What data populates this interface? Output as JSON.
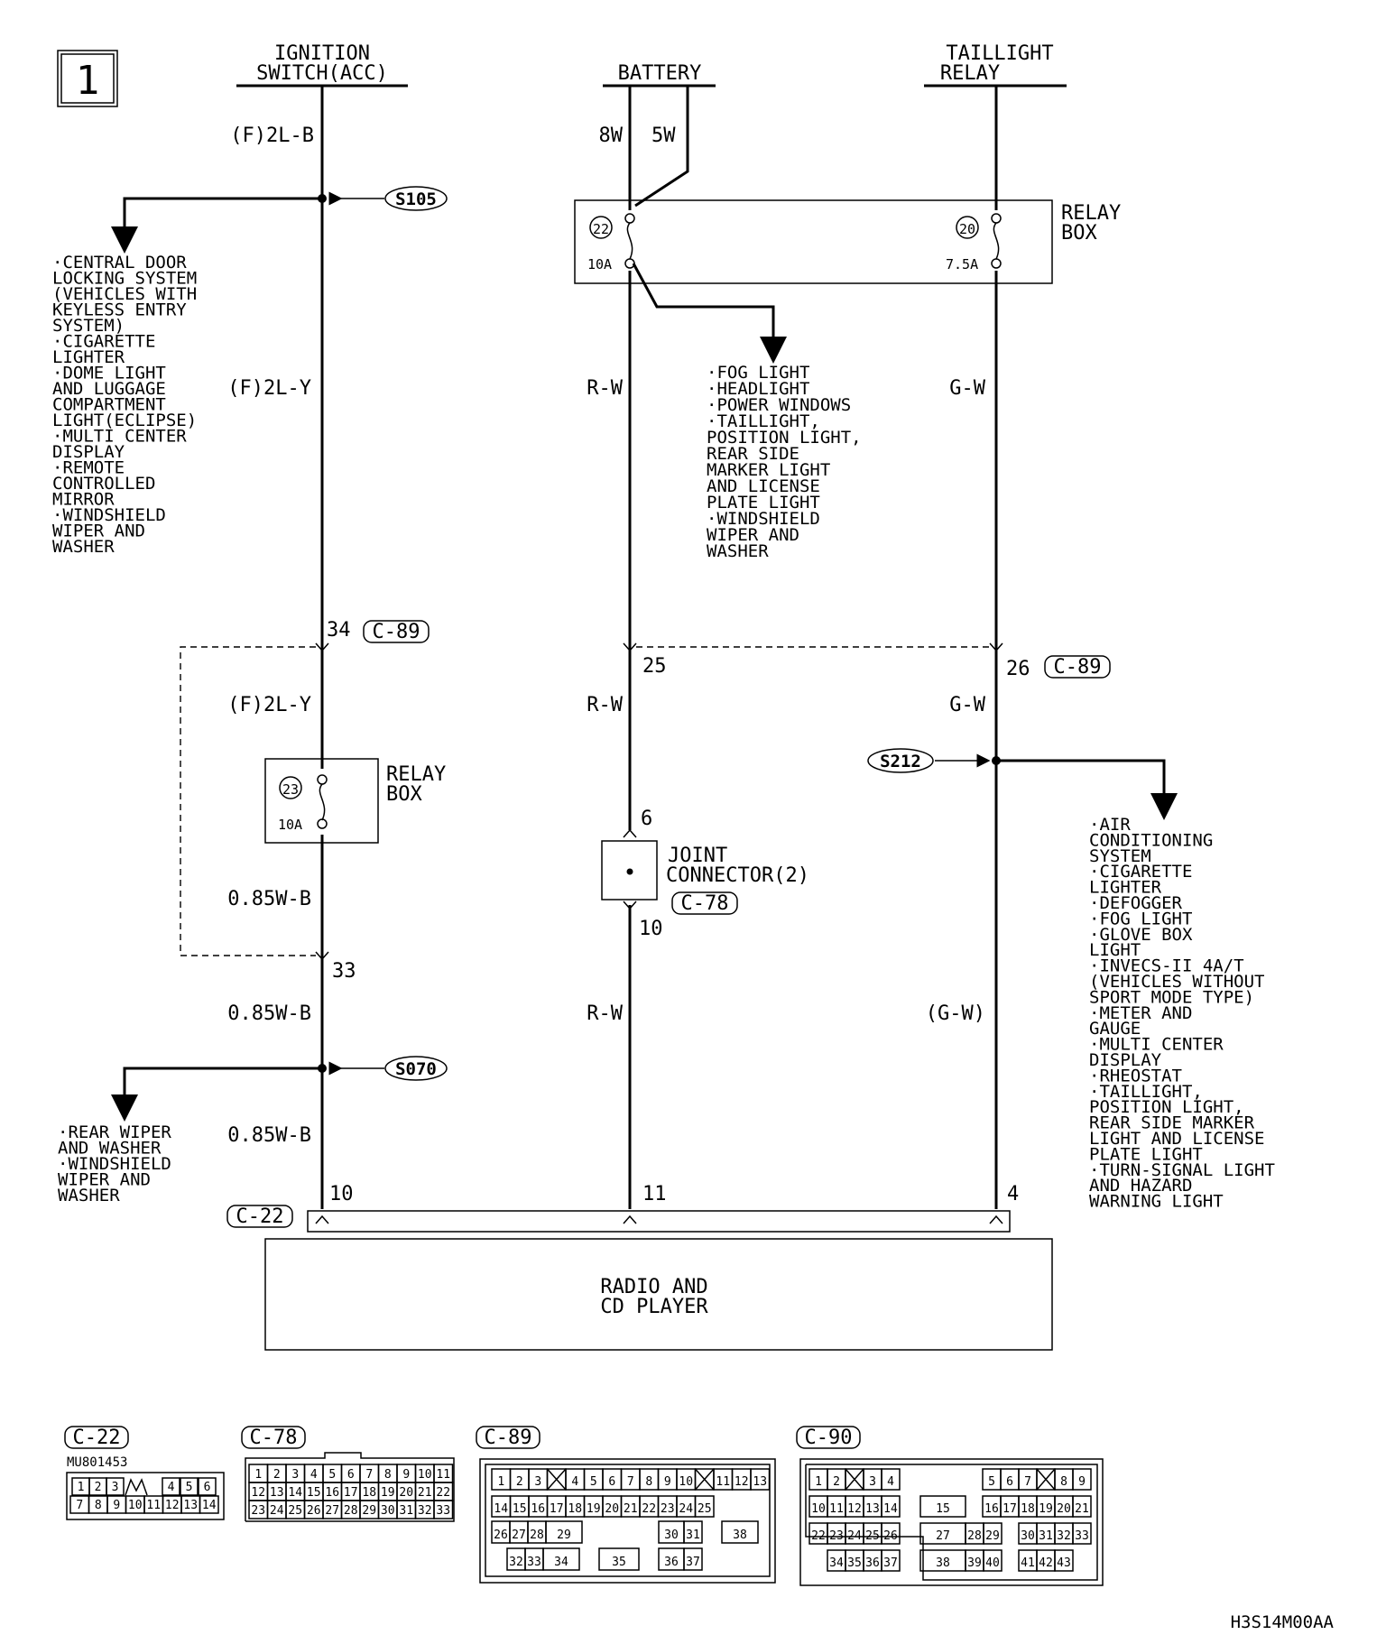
{
  "page_number": "1",
  "figure_code": "H3S14M00AA",
  "sources": {
    "ignition": [
      "IGNITION",
      "SWITCH(ACC)"
    ],
    "battery": "BATTERY",
    "taillight": [
      "TAILLIGHT",
      "RELAY"
    ]
  },
  "wires": {
    "ign_top": "(F)2L-B",
    "ign_mid": "(F)2L-Y",
    "ign_mid2": "(F)2L-Y",
    "ign_low1": "0.85W-B",
    "ign_low2": "0.85W-B",
    "ign_low3": "0.85W-B",
    "bat_8w": "8W",
    "bat_5w": "5W",
    "mid_rw1": "R-W",
    "mid_rw2": "R-W",
    "mid_rw3": "R-W",
    "right_gw1": "G-W",
    "right_gw2": "G-W",
    "right_gw3": "(G-W)"
  },
  "splices": {
    "s105": "S105",
    "s070": "S070",
    "s212": "S212"
  },
  "relay_box_top": {
    "label": [
      "RELAY",
      "BOX"
    ],
    "fuse_left_no": "22",
    "fuse_left_amp": "10A",
    "fuse_right_no": "20",
    "fuse_right_amp": "7.5A"
  },
  "relay_box_lower": {
    "label": [
      "RELAY",
      "BOX"
    ],
    "fuse_no": "23",
    "fuse_amp": "10A"
  },
  "joint_connector": {
    "label": [
      "JOINT",
      "CONNECTOR(2)"
    ],
    "connector": "C-78",
    "pin_top": "6",
    "pin_bottom": "10"
  },
  "pins": {
    "ign_c89": "34",
    "ign_c89_conn": "C-89",
    "mid_c89": "25",
    "right_c89": "26",
    "right_c89_conn": "C-89",
    "ign_33": "33",
    "c22_10": "10",
    "c22_11": "11",
    "c22_4": "4",
    "c22_conn": "C-22"
  },
  "device": [
    "RADIO AND",
    "CD PLAYER"
  ],
  "lists": {
    "left_top": [
      "·CENTRAL DOOR",
      " LOCKING SYSTEM",
      " (VEHICLES WITH",
      "  KEYLESS ENTRY",
      "  SYSTEM)",
      "·CIGARETTE",
      " LIGHTER",
      "·DOME LIGHT",
      " AND LUGGAGE",
      " COMPARTMENT",
      " LIGHT(ECLIPSE)",
      "·MULTI CENTER",
      " DISPLAY",
      "·REMOTE",
      " CONTROLLED",
      " MIRROR",
      "·WINDSHIELD",
      " WIPER AND",
      " WASHER"
    ],
    "middle": [
      "·FOG LIGHT",
      "·HEADLIGHT",
      "·POWER WINDOWS",
      "·TAILLIGHT,",
      " POSITION LIGHT,",
      " REAR SIDE",
      " MARKER LIGHT",
      " AND LICENSE",
      " PLATE LIGHT",
      "·WINDSHIELD",
      " WIPER AND",
      " WASHER"
    ],
    "left_bottom": [
      "·REAR WIPER",
      " AND WASHER",
      "·WINDSHIELD",
      " WIPER AND",
      " WASHER"
    ],
    "right": [
      "·AIR",
      " CONDITIONING",
      " SYSTEM",
      "·CIGARETTE",
      " LIGHTER",
      "·DEFOGGER",
      "·FOG LIGHT",
      "·GLOVE BOX",
      " LIGHT",
      "·INVECS-II 4A/T",
      " (VEHICLES WITHOUT",
      "  SPORT MODE TYPE)",
      "·METER AND",
      " GAUGE",
      "·MULTI CENTER",
      " DISPLAY",
      "·RHEOSTAT",
      "·TAILLIGHT,",
      " POSITION LIGHT,",
      " REAR SIDE MARKER",
      " LIGHT AND LICENSE",
      " PLATE LIGHT",
      "·TURN-SIGNAL LIGHT",
      " AND HAZARD",
      " WARNING LIGHT"
    ]
  },
  "connector_views": {
    "c22": {
      "name": "C-22",
      "part": "MU801453",
      "row1": [
        "1",
        "2",
        "3",
        "",
        "4",
        "5",
        "6"
      ],
      "row2": [
        "7",
        "8",
        "9",
        "10",
        "11",
        "12",
        "13",
        "14"
      ]
    },
    "c78": {
      "name": "C-78",
      "row1": [
        "1",
        "2",
        "3",
        "4",
        "5",
        "6",
        "7",
        "8",
        "9",
        "10",
        "11"
      ],
      "row2": [
        "12",
        "13",
        "14",
        "15",
        "16",
        "17",
        "18",
        "19",
        "20",
        "21",
        "22"
      ],
      "row3": [
        "23",
        "24",
        "25",
        "26",
        "27",
        "28",
        "29",
        "30",
        "31",
        "32",
        "33"
      ]
    },
    "c89": {
      "name": "C-89",
      "row1": [
        "1",
        "2",
        "3",
        "",
        "4",
        "5",
        "6",
        "7",
        "8",
        "9",
        "10",
        "",
        "11",
        "12",
        "13"
      ],
      "row2": [
        "14",
        "15",
        "16",
        "17",
        "18",
        "19",
        "20",
        "21",
        "22",
        "23",
        "24",
        "25"
      ],
      "row3": [
        "26",
        "27",
        "28",
        "29",
        "30",
        "31",
        "38"
      ],
      "row4": [
        "32",
        "33",
        "34",
        "35",
        "36",
        "37"
      ]
    },
    "c90": {
      "name": "C-90",
      "row1": [
        "1",
        "2",
        "",
        "3",
        "4",
        "5",
        "6",
        "7",
        "",
        "8",
        "9"
      ],
      "row2": [
        "10",
        "11",
        "12",
        "13",
        "14",
        "15",
        "16",
        "17",
        "18",
        "19",
        "20",
        "21"
      ],
      "row3": [
        "22",
        "23",
        "24",
        "25",
        "26",
        "27",
        "28",
        "29",
        "30",
        "31",
        "32",
        "33"
      ],
      "row4": [
        "34",
        "35",
        "36",
        "37",
        "38",
        "39",
        "40",
        "41",
        "42",
        "43"
      ]
    }
  }
}
